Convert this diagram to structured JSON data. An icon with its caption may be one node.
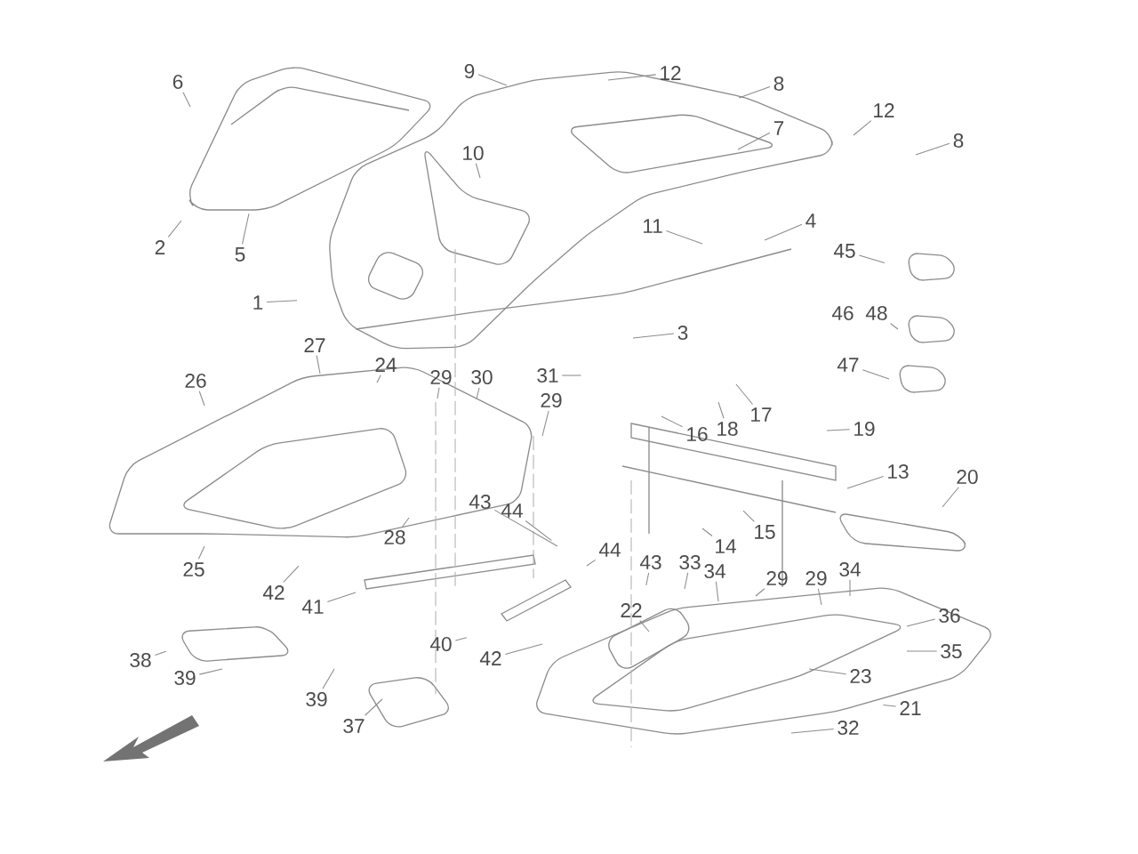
{
  "diagram": {
    "nodes": [
      {
        "text": [
          "6"
        ]
      },
      {
        "text": [
          "9"
        ]
      },
      {
        "text": [
          "12"
        ]
      },
      {
        "text": [
          "8"
        ]
      },
      {
        "text": [
          "12"
        ]
      },
      {
        "text": [
          "7"
        ]
      },
      {
        "text": [
          "8"
        ]
      },
      {
        "text": [
          "10"
        ]
      },
      {
        "text": [
          "2"
        ]
      },
      {
        "text": [
          "5"
        ]
      },
      {
        "text": [
          "4"
        ]
      },
      {
        "text": [
          "11"
        ]
      },
      {
        "text": [
          "45"
        ]
      },
      {
        "text": [
          "1"
        ]
      },
      {
        "text": [
          "46"
        ]
      },
      {
        "text": [
          "48"
        ]
      },
      {
        "text": [
          "3"
        ]
      },
      {
        "text": [
          "27"
        ]
      },
      {
        "text": [
          "24"
        ]
      },
      {
        "text": [
          "47"
        ]
      },
      {
        "text": [
          "26"
        ]
      },
      {
        "text": [
          "29"
        ]
      },
      {
        "text": [
          "30"
        ]
      },
      {
        "text": [
          "31"
        ]
      },
      {
        "text": [
          "29"
        ]
      },
      {
        "text": [
          "17"
        ]
      },
      {
        "text": [
          "18"
        ]
      },
      {
        "text": [
          "16"
        ]
      },
      {
        "text": [
          "19"
        ]
      },
      {
        "text": [
          "13"
        ]
      },
      {
        "text": [
          "20"
        ]
      },
      {
        "text": [
          "43"
        ]
      },
      {
        "text": [
          "44"
        ]
      },
      {
        "text": [
          "15"
        ]
      },
      {
        "text": [
          "28"
        ]
      },
      {
        "text": [
          "14"
        ]
      },
      {
        "text": [
          "44"
        ]
      },
      {
        "text": [
          "43"
        ]
      },
      {
        "text": [
          "33"
        ]
      },
      {
        "text": [
          "34"
        ]
      },
      {
        "text": [
          "29"
        ]
      },
      {
        "text": [
          "29"
        ]
      },
      {
        "text": [
          "34"
        ]
      },
      {
        "text": [
          "25"
        ]
      },
      {
        "text": [
          "42"
        ]
      },
      {
        "text": [
          "41"
        ]
      },
      {
        "text": [
          "22"
        ]
      },
      {
        "text": [
          "36"
        ]
      },
      {
        "text": [
          "40"
        ]
      },
      {
        "text": [
          "35"
        ]
      },
      {
        "text": [
          "42"
        ]
      },
      {
        "text": [
          "38"
        ]
      },
      {
        "text": [
          "23"
        ]
      },
      {
        "text": [
          "39"
        ]
      },
      {
        "text": [
          "39"
        ]
      },
      {
        "text": [
          "21"
        ]
      },
      {
        "text": [
          "37"
        ]
      },
      {
        "text": [
          "32"
        ]
      }
    ],
    "edges": [
      {
        "from": 0,
        "to": null,
        "arrow": "none"
      },
      {
        "from": 1,
        "to": null,
        "arrow": "none"
      },
      {
        "from": 2,
        "to": null,
        "arrow": "none"
      },
      {
        "from": 3,
        "to": null,
        "arrow": "none"
      },
      {
        "from": 4,
        "to": null,
        "arrow": "none"
      },
      {
        "from": 5,
        "to": null,
        "arrow": "none"
      },
      {
        "from": 6,
        "to": null,
        "arrow": "none"
      },
      {
        "from": 7,
        "to": null,
        "arrow": "none"
      },
      {
        "from": 8,
        "to": null,
        "arrow": "none"
      },
      {
        "from": 9,
        "to": null,
        "arrow": "none"
      },
      {
        "from": 10,
        "to": null,
        "arrow": "none"
      },
      {
        "from": 11,
        "to": null,
        "arrow": "none"
      },
      {
        "from": 12,
        "to": null,
        "arrow": "none"
      },
      {
        "from": 13,
        "to": null,
        "arrow": "none"
      },
      {
        "from": 15,
        "to": null,
        "arrow": "none"
      },
      {
        "from": 16,
        "to": null,
        "arrow": "none"
      },
      {
        "from": 17,
        "to": null,
        "arrow": "none"
      },
      {
        "from": 18,
        "to": null,
        "arrow": "none"
      },
      {
        "from": 19,
        "to": null,
        "arrow": "none"
      },
      {
        "from": 20,
        "to": null,
        "arrow": "none"
      },
      {
        "from": 21,
        "to": null,
        "arrow": "none"
      },
      {
        "from": 22,
        "to": null,
        "arrow": "none"
      },
      {
        "from": 23,
        "to": null,
        "arrow": "none"
      },
      {
        "from": 24,
        "to": null,
        "arrow": "none"
      },
      {
        "from": 25,
        "to": null,
        "arrow": "none"
      },
      {
        "from": 26,
        "to": null,
        "arrow": "none"
      },
      {
        "from": 27,
        "to": null,
        "arrow": "none"
      },
      {
        "from": 28,
        "to": null,
        "arrow": "none"
      },
      {
        "from": 29,
        "to": null,
        "arrow": "none"
      },
      {
        "from": 30,
        "to": null,
        "arrow": "none"
      },
      {
        "from": 31,
        "to": null,
        "arrow": "none"
      },
      {
        "from": 32,
        "to": null,
        "arrow": "none"
      },
      {
        "from": 33,
        "to": null,
        "arrow": "none"
      },
      {
        "from": 34,
        "to": null,
        "arrow": "none"
      },
      {
        "from": 35,
        "to": null,
        "arrow": "none"
      },
      {
        "from": 36,
        "to": null,
        "arrow": "none"
      },
      {
        "from": 37,
        "to": null,
        "arrow": "none"
      },
      {
        "from": 38,
        "to": null,
        "arrow": "none"
      },
      {
        "from": 39,
        "to": null,
        "arrow": "none"
      },
      {
        "from": 40,
        "to": null,
        "arrow": "none"
      },
      {
        "from": 41,
        "to": null,
        "arrow": "none"
      },
      {
        "from": 42,
        "to": null,
        "arrow": "none"
      },
      {
        "from": 43,
        "to": null,
        "arrow": "none"
      },
      {
        "from": 44,
        "to": null,
        "arrow": "none"
      },
      {
        "from": 45,
        "to": null,
        "arrow": "none"
      },
      {
        "from": 46,
        "to": null,
        "arrow": "none"
      },
      {
        "from": 47,
        "to": null,
        "arrow": "none"
      },
      {
        "from": 48,
        "to": null,
        "arrow": "none"
      },
      {
        "from": 49,
        "to": null,
        "arrow": "none"
      },
      {
        "from": 50,
        "to": null,
        "arrow": "none"
      },
      {
        "from": 51,
        "to": null,
        "arrow": "none"
      },
      {
        "from": 52,
        "to": null,
        "arrow": "none"
      },
      {
        "from": 53,
        "to": null,
        "arrow": "none"
      },
      {
        "from": 54,
        "to": null,
        "arrow": "none"
      },
      {
        "from": 55,
        "to": null,
        "arrow": "none"
      },
      {
        "from": 56,
        "to": null,
        "arrow": "none"
      },
      {
        "from": 57,
        "to": null,
        "arrow": "none"
      }
    ]
  }
}
